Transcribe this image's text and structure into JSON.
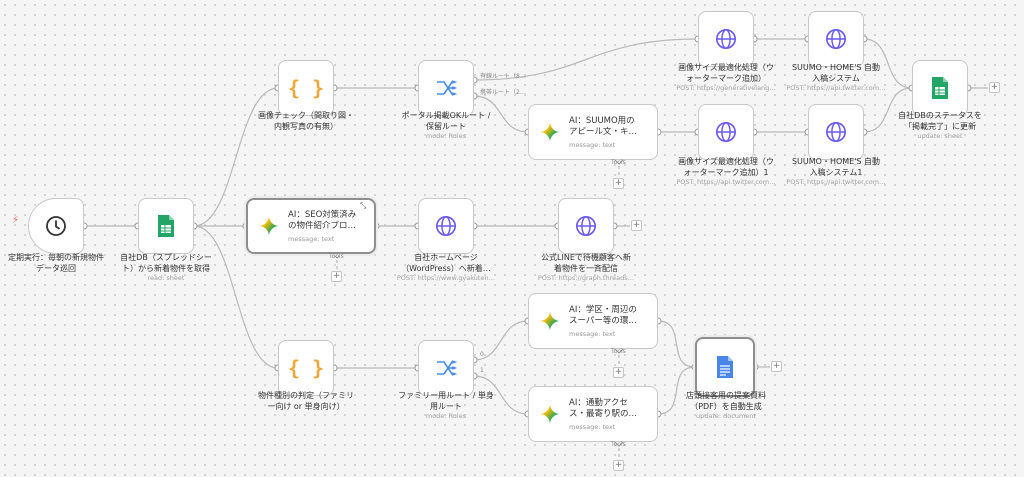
{
  "colors": {
    "edge": "#b9b9b9",
    "google_sheets": "#23a566",
    "globe": "#6b5bf0",
    "braces": "#f0a73a",
    "switch": "#4a8ce8",
    "docs": "#4a86ea",
    "trigger": "#ff6d5a"
  },
  "nodes": {
    "trigger": {
      "label": "定期実行：毎朝の新規物件\nデータ巡回",
      "icon": "clock-icon"
    },
    "sheet_read": {
      "label": "自社DB（スプレッドシー\nト）から新着物件を取得",
      "sub": "read: sheet",
      "icon": "google-sheets-icon"
    },
    "img_check": {
      "label": "画像チェック（間取り図・\n内観写真の有無）",
      "icon": "code-braces-icon"
    },
    "portal_route": {
      "label": "ポータル掲載OKルート /\n保留ルート",
      "sub": "mode: Rules",
      "icon": "switch-icon",
      "out_labels": [
        "有線ルート（8…",
        "携帯ルート（2…"
      ]
    },
    "ai_suumo": {
      "title": "AI：SUUMO用の\nアピール文・キ…",
      "sub": "message: text",
      "tools": "Tools",
      "icon": "gemini-icon"
    },
    "img_opt1": {
      "label": "画像サイズ最適化処理（ウ\nォーターマーク追加）",
      "sub": "POST: https://generativelang…",
      "icon": "globe-icon"
    },
    "suumo_post1": {
      "label": "SUUMO・HOME'S 自動\n入稿システム",
      "sub": "POST: https://api.twitter.com…",
      "icon": "globe-icon"
    },
    "img_opt2": {
      "label": "画像サイズ最適化処理（ウ\nォーターマーク追加）1",
      "sub": "POST: https://api.twitter.com…",
      "icon": "globe-icon"
    },
    "suumo_post2": {
      "label": "SUUMO・HOME'S 自動\n入稿システム1",
      "sub": "POST: https://api.twitter.com…",
      "icon": "globe-icon"
    },
    "sheet_update": {
      "label": "自社DBのステータスを\n「掲載完了」に更新",
      "sub": "update: sheet",
      "icon": "google-sheets-icon"
    },
    "ai_seo": {
      "title": "AI：SEO対策済み\nの物件紹介ブロ…",
      "sub": "message: text",
      "tools": "Tools",
      "icon": "gemini-icon"
    },
    "wp_post": {
      "label": "自社ホームページ\n（WordPress）へ新着…",
      "sub": "POST: https://www.gyakuten…",
      "icon": "globe-icon"
    },
    "line_post": {
      "label": "公式LINEで待機顧客へ新\n着物件を一斉配信",
      "sub": "POST: https://graph.threads…",
      "icon": "globe-icon"
    },
    "type_check": {
      "label": "物件種別の判定（ファミリ\nー向け or 単身向け）",
      "icon": "code-braces-icon"
    },
    "family_route": {
      "label": "ファミリー用ルート / 単身\n用ルート",
      "sub": "mode: Rules",
      "icon": "switch-icon",
      "out_labels": [
        "0",
        "1"
      ]
    },
    "ai_school": {
      "title": "AI：学区・周辺の\nスーパー等の環…",
      "sub": "message: text",
      "tools": "Tools",
      "icon": "gemini-icon"
    },
    "ai_commute": {
      "title": "AI：通勤アクセ\nス・最寄り駅の…",
      "sub": "message: text",
      "tools": "Tools",
      "icon": "gemini-icon"
    },
    "pdf_doc": {
      "label": "店頭接客用の提案資料\n（PDF）を自動生成",
      "sub": "update: document",
      "icon": "google-docs-icon"
    }
  }
}
